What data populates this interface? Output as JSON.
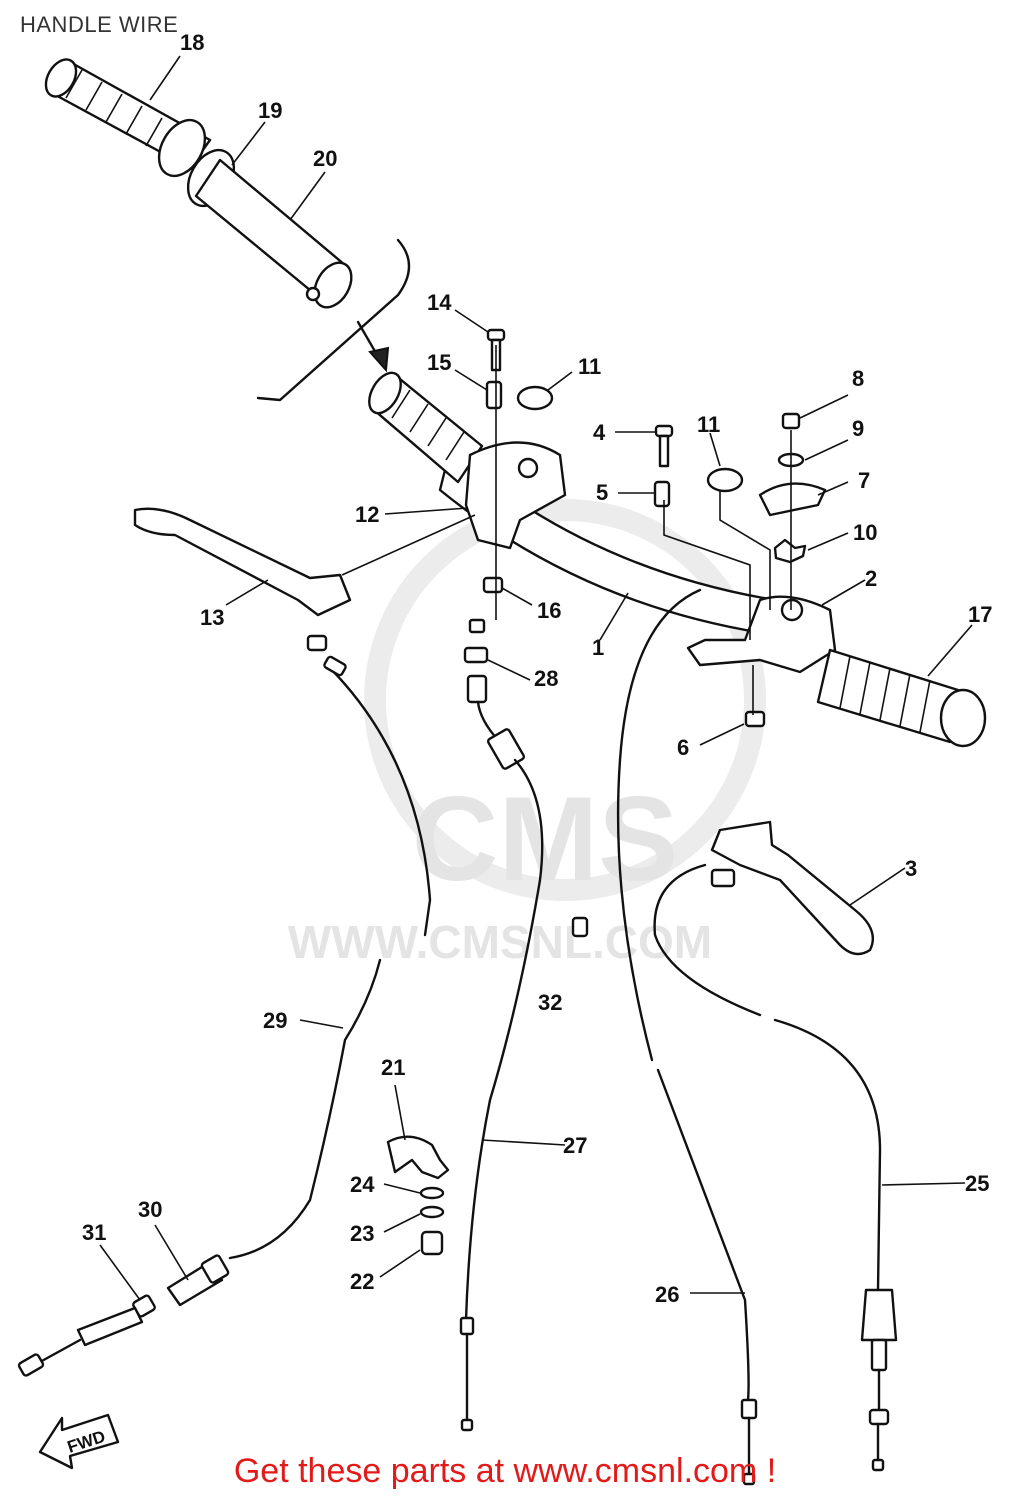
{
  "title": "HANDLE WIRE",
  "footer": "Get these parts at www.cmsnl.com !",
  "watermark": {
    "text": "CMS",
    "url": "WWW.CMSNL.COM"
  },
  "fwd_label": "FWD",
  "accent_color": "#e21a1a",
  "callouts": [
    {
      "id": "18",
      "text": "18"
    },
    {
      "id": "19",
      "text": "19"
    },
    {
      "id": "20",
      "text": "20"
    },
    {
      "id": "14",
      "text": "14"
    },
    {
      "id": "15",
      "text": "15"
    },
    {
      "id": "11a",
      "text": "11"
    },
    {
      "id": "11b",
      "text": "11"
    },
    {
      "id": "8",
      "text": "8"
    },
    {
      "id": "9",
      "text": "9"
    },
    {
      "id": "4",
      "text": "4"
    },
    {
      "id": "5",
      "text": "5"
    },
    {
      "id": "7",
      "text": "7"
    },
    {
      "id": "10",
      "text": "10"
    },
    {
      "id": "2",
      "text": "2"
    },
    {
      "id": "17",
      "text": "17"
    },
    {
      "id": "12",
      "text": "12"
    },
    {
      "id": "13",
      "text": "13"
    },
    {
      "id": "16",
      "text": "16"
    },
    {
      "id": "1",
      "text": "1"
    },
    {
      "id": "28",
      "text": "28"
    },
    {
      "id": "6",
      "text": "6"
    },
    {
      "id": "3",
      "text": "3"
    },
    {
      "id": "32",
      "text": "32"
    },
    {
      "id": "29",
      "text": "29"
    },
    {
      "id": "21",
      "text": "21"
    },
    {
      "id": "27",
      "text": "27"
    },
    {
      "id": "25",
      "text": "25"
    },
    {
      "id": "24",
      "text": "24"
    },
    {
      "id": "23",
      "text": "23"
    },
    {
      "id": "22",
      "text": "22"
    },
    {
      "id": "30",
      "text": "30"
    },
    {
      "id": "31",
      "text": "31"
    },
    {
      "id": "26",
      "text": "26"
    }
  ]
}
